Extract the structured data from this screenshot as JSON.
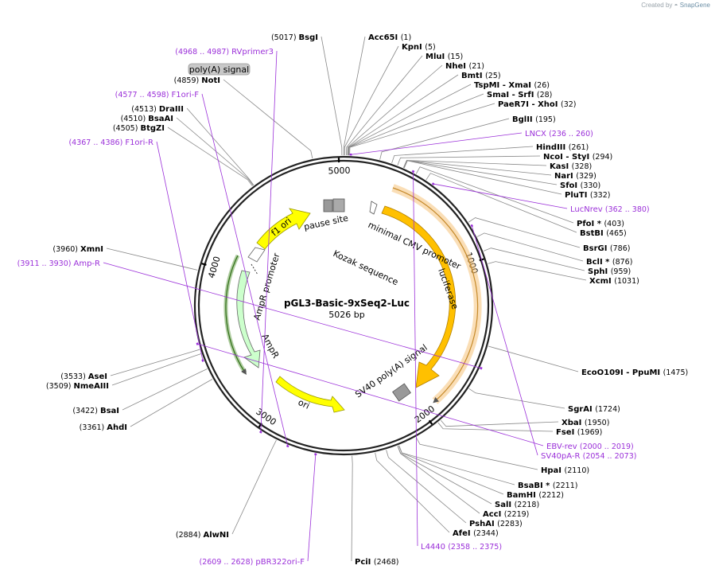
{
  "credit": {
    "prefix": "Created by",
    "brand": "SnapGene"
  },
  "plasmid": {
    "name": "pGL3-Basic-9xSeq2-Luc",
    "length_label": "5026 bp",
    "length": 5026
  },
  "ruler": [
    "1000",
    "2000",
    "3000",
    "4000",
    "5000"
  ],
  "sites": [
    {
      "name": "BsgI",
      "pos": "(5017)"
    },
    {
      "name": "Acc65I",
      "pos": "(1)"
    },
    {
      "name": "KpnI",
      "pos": "(5)"
    },
    {
      "name": "MluI",
      "pos": "(15)"
    },
    {
      "name": "NheI",
      "pos": "(21)"
    },
    {
      "name": "BmtI",
      "pos": "(25)"
    },
    {
      "name": "TspMI",
      "extra": "XmaI",
      "pos": "(26)"
    },
    {
      "name": "SmaI",
      "extra": "SrfI",
      "pos": "(28)"
    },
    {
      "name": "PaeR7I",
      "extra": "XhoI",
      "pos": "(32)"
    },
    {
      "name": "BglII",
      "pos": "(195)"
    },
    {
      "name": "HindIII",
      "pos": "(261)"
    },
    {
      "name": "NcoI",
      "extra": "StyI",
      "pos": "(294)"
    },
    {
      "name": "KasI",
      "pos": "(328)"
    },
    {
      "name": "NarI",
      "pos": "(329)"
    },
    {
      "name": "SfoI",
      "pos": "(330)"
    },
    {
      "name": "PluTI",
      "pos": "(332)"
    },
    {
      "name": "PfoI *",
      "pos": "(403)"
    },
    {
      "name": "BstBI",
      "pos": "(465)"
    },
    {
      "name": "BsrGI",
      "pos": "(786)"
    },
    {
      "name": "BclI *",
      "pos": "(876)"
    },
    {
      "name": "SphI",
      "pos": "(959)"
    },
    {
      "name": "XcmI",
      "pos": "(1031)"
    },
    {
      "name": "EcoO109I",
      "extra": "PpuMI",
      "pos": "(1475)"
    },
    {
      "name": "SgrAI",
      "pos": "(1724)"
    },
    {
      "name": "XbaI",
      "pos": "(1950)"
    },
    {
      "name": "FseI",
      "pos": "(1969)"
    },
    {
      "name": "HpaI",
      "pos": "(2110)"
    },
    {
      "name": "BsaBI *",
      "pos": "(2211)"
    },
    {
      "name": "BamHI",
      "pos": "(2212)"
    },
    {
      "name": "SalI",
      "pos": "(2218)"
    },
    {
      "name": "AccI",
      "pos": "(2219)"
    },
    {
      "name": "PshAI",
      "pos": "(2283)"
    },
    {
      "name": "AfeI",
      "pos": "(2344)"
    },
    {
      "name": "PciI",
      "pos": "(2468)"
    },
    {
      "name": "AlwNI",
      "pos": "(2884)"
    },
    {
      "name": "AhdI",
      "pos": "(3361)"
    },
    {
      "name": "BsaI",
      "pos": "(3422)"
    },
    {
      "name": "NmeAIII",
      "pos": "(3509)"
    },
    {
      "name": "AseI",
      "pos": "(3533)"
    },
    {
      "name": "XmnI",
      "pos": "(3960)"
    },
    {
      "name": "BtgZI",
      "pos": "(4505)"
    },
    {
      "name": "BsaAI",
      "pos": "(4510)"
    },
    {
      "name": "DraIII",
      "pos": "(4513)"
    },
    {
      "name": "NotI",
      "pos": "(4859)"
    }
  ],
  "primers": [
    {
      "name": "RVprimer3",
      "range": "(4968 .. 4987)"
    },
    {
      "name": "LNCX",
      "range": "(236 .. 260)"
    },
    {
      "name": "LucNrev",
      "range": "(362 .. 380)"
    },
    {
      "name": "EBV-rev",
      "range": "(2000 .. 2019)"
    },
    {
      "name": "SV40pA-R",
      "range": "(2054 .. 2073)"
    },
    {
      "name": "L4440",
      "range": "(2358 .. 2375)"
    },
    {
      "name": "pBR322ori-F",
      "range": "(2609 .. 2628)"
    },
    {
      "name": "Amp-R",
      "range": "(3911 .. 3930)"
    },
    {
      "name": "F1ori-R",
      "range": "(4367 .. 4386)"
    },
    {
      "name": "F1ori-F",
      "range": "(4577 .. 4598)"
    }
  ],
  "features": [
    {
      "name": "poly(A) signal"
    },
    {
      "name": "pause site"
    },
    {
      "name": "minimal CMV promoter"
    },
    {
      "name": "Kozak sequence"
    },
    {
      "name": "luciferase"
    },
    {
      "name": "SV40 poly(A) signal"
    },
    {
      "name": "ori"
    },
    {
      "name": "AmpR"
    },
    {
      "name": "AmpR promoter"
    },
    {
      "name": "f1 ori"
    }
  ]
}
